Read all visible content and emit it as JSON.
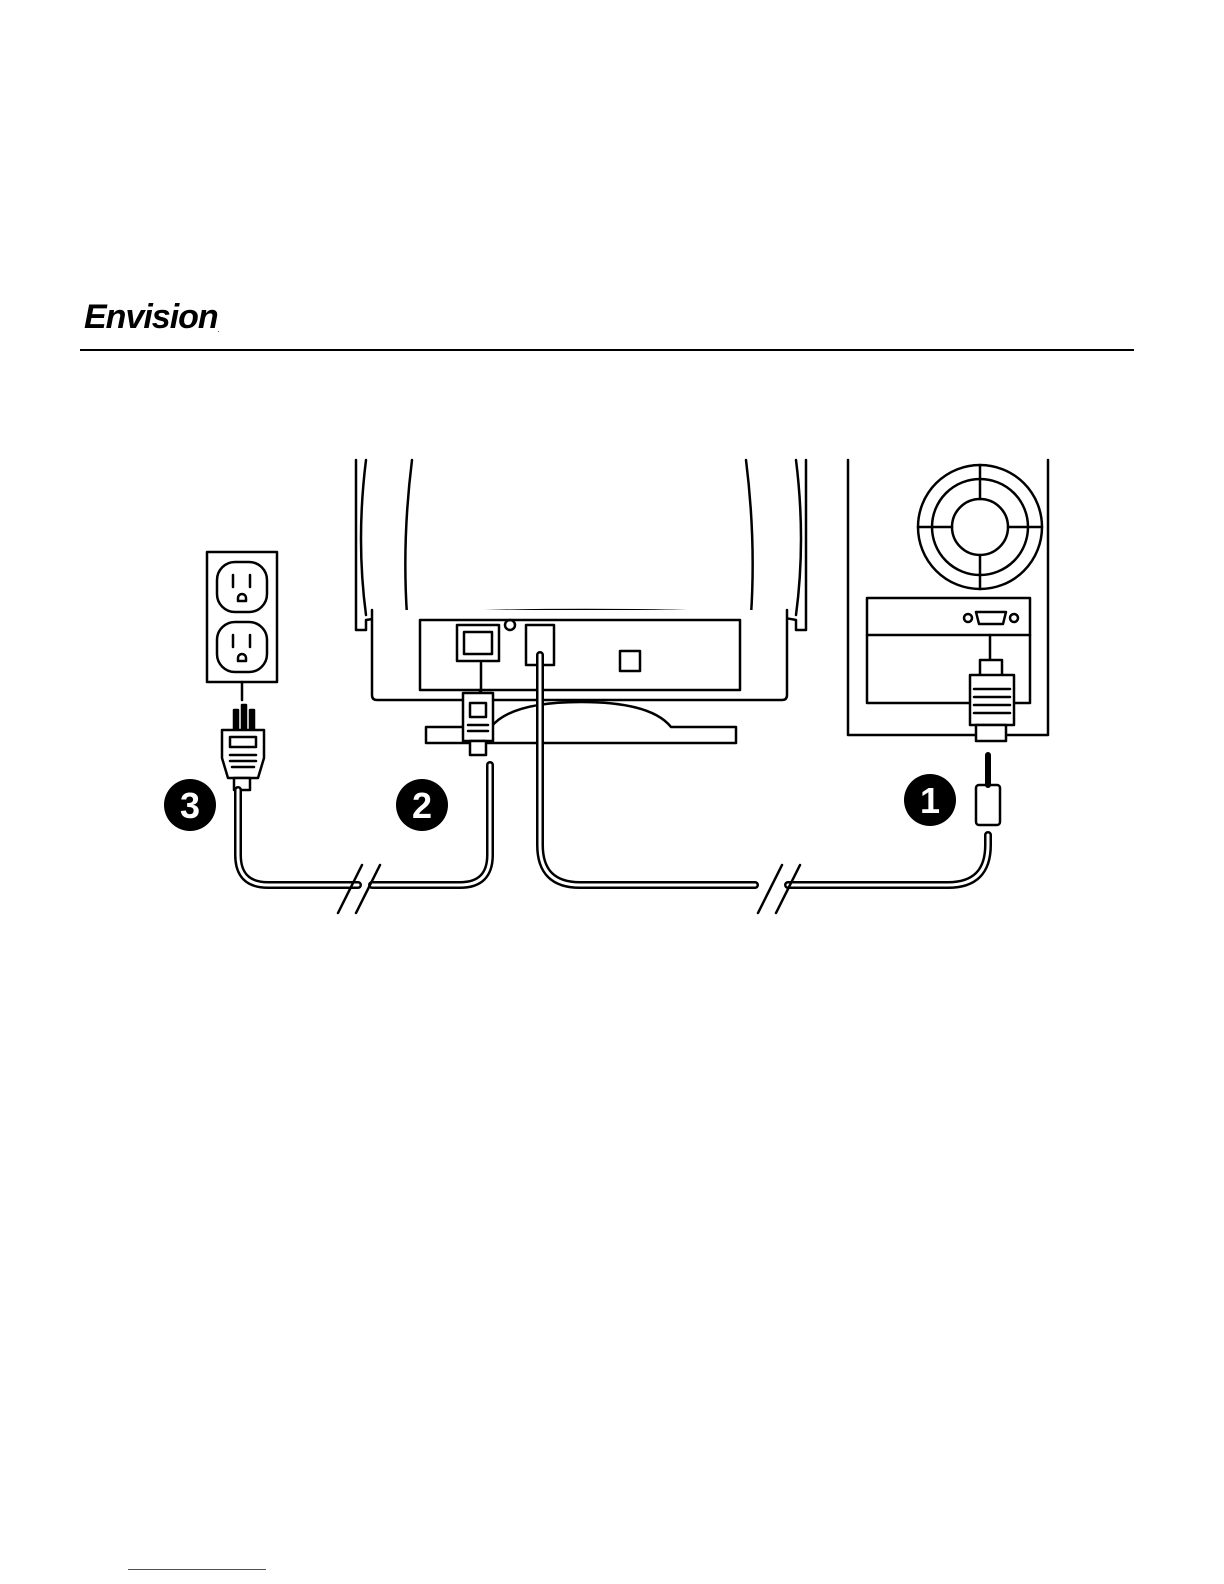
{
  "header": {
    "brand_logo_text": "Envision",
    "trademark": ".",
    "accent_color": "#000000"
  },
  "diagram": {
    "steps": [
      {
        "label": "1",
        "description": "signal-cable-to-computer"
      },
      {
        "label": "2",
        "description": "power-cord-to-monitor"
      },
      {
        "label": "3",
        "description": "power-plug-to-outlet"
      }
    ]
  },
  "footer": {
    "link_text": "",
    "link_color": "#2a4fd6"
  }
}
